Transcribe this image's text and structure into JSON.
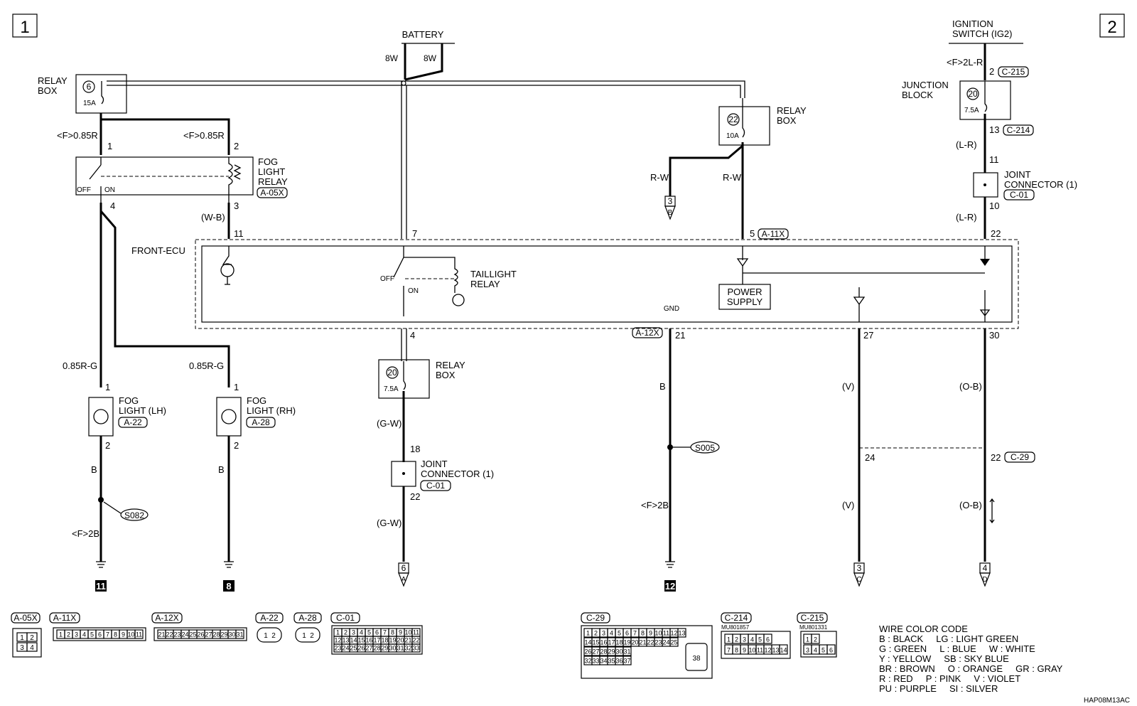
{
  "page_marks": {
    "left": "1",
    "right": "2"
  },
  "doc_code": "HAP08M13AC",
  "battery": {
    "label": "BATTERY",
    "wire_left": "8W",
    "wire_right": "8W"
  },
  "ignition": {
    "line1": "IGNITION",
    "line2": "SWITCH (IG2)",
    "wire": "<F>2L-R"
  },
  "relay_box_left": {
    "line1": "RELAY",
    "line2": "BOX",
    "fuse_no": "6",
    "rating": "15A",
    "wire1": "<F>0.85R",
    "wire2": "<F>0.85R"
  },
  "fog_relay": {
    "line1": "FOG",
    "line2": "LIGHT",
    "line3": "RELAY",
    "connector": "A-05X",
    "off": "OFF",
    "on": "ON",
    "pin1": "1",
    "pin2": "2",
    "pin3": "3",
    "pin4": "4",
    "wire3": "(W-B)"
  },
  "relay_box_mid": {
    "line1": "RELAY",
    "line2": "BOX",
    "fuse_no": "22",
    "rating": "10A",
    "wire_a": "R-W",
    "wire_b": "R-W",
    "jump_no": "3",
    "jump_letter": "B"
  },
  "junction_block": {
    "line1": "JUNCTION",
    "line2": "BLOCK",
    "fuse_no": "20",
    "rating": "7.5A",
    "pin_top": "2",
    "conn_top": "C-215",
    "pin_bot": "13",
    "conn_bot": "C-214",
    "wire": "(L-R)"
  },
  "joint_connector_right": {
    "line1": "JOINT",
    "line2": "CONNECTOR (1)",
    "connector": "C-01",
    "pin_in": "11",
    "pin_out": "10",
    "wire": "(L-R)"
  },
  "front_ecu": {
    "label": "FRONT-ECU",
    "pin_11": "11",
    "pin_7": "7",
    "pin_5": "5",
    "conn_5": "A-11X",
    "pin_22": "22",
    "taillight_line1": "TAILLIGHT",
    "taillight_line2": "RELAY",
    "off": "OFF",
    "on": "ON",
    "power_line1": "POWER",
    "power_line2": "SUPPLY",
    "gnd": "GND",
    "conn_gnd": "A-12X",
    "pin_21": "21",
    "pin_4": "4",
    "pin_27": "27",
    "pin_30": "30"
  },
  "fog_lh": {
    "wire": "0.85R-G",
    "pin1": "1",
    "pin2": "2",
    "line1": "FOG",
    "line2": "LIGHT (LH)",
    "connector": "A-22",
    "wire_b": "B",
    "splice": "S082",
    "wire_f": "<F>2B",
    "ground": "11"
  },
  "fog_rh": {
    "wire": "0.85R-G",
    "pin1": "1",
    "pin2": "2",
    "line1": "FOG",
    "line2": "LIGHT (RH)",
    "connector": "A-28",
    "wire_b": "B",
    "ground": "8"
  },
  "relay_box_lower": {
    "line1": "RELAY",
    "line2": "BOX",
    "fuse_no": "20",
    "rating": "7.5A",
    "wire": "(G-W)"
  },
  "joint_connector_mid": {
    "line1": "JOINT",
    "line2": "CONNECTOR (1)",
    "connector": "C-01",
    "pin_in": "18",
    "pin_out": "22",
    "wire": "(G-W)",
    "jump_no": "6",
    "jump_letter": "A"
  },
  "ground_col": {
    "wire": "B",
    "splice": "S005",
    "wire_f": "<F>2B",
    "ground": "12"
  },
  "col_27": {
    "wire_top": "(V)",
    "pin": "24",
    "wire_bot": "(V)",
    "jump_no": "3",
    "jump_letter": "C"
  },
  "col_30": {
    "wire_top": "(O-B)",
    "pin": "22",
    "conn": "C-29",
    "wire_bot": "(O-B)",
    "jump_no": "4",
    "jump_letter": "D"
  },
  "connectors_left": [
    {
      "id": "A-05X",
      "pins": [
        "1",
        "2",
        "3",
        "4"
      ]
    },
    {
      "id": "A-11X",
      "pins": [
        "1",
        "2",
        "3",
        "4",
        "5",
        "6",
        "7",
        "8",
        "9",
        "10",
        "11"
      ]
    },
    {
      "id": "A-12X",
      "pins": [
        "21",
        "22",
        "23",
        "24",
        "25",
        "26",
        "27",
        "28",
        "29",
        "30",
        "31"
      ]
    },
    {
      "id": "A-22",
      "pins": [
        "1",
        "2"
      ]
    },
    {
      "id": "A-28",
      "pins": [
        "1",
        "2"
      ]
    },
    {
      "id": "C-01",
      "rows": [
        [
          "1",
          "2",
          "3",
          "4",
          "5",
          "6",
          "7",
          "8",
          "9",
          "10",
          "11"
        ],
        [
          "12",
          "13",
          "14",
          "15",
          "16",
          "17",
          "18",
          "19",
          "20",
          "21",
          "22"
        ],
        [
          "23",
          "24",
          "25",
          "26",
          "27",
          "28",
          "29",
          "30",
          "31",
          "32",
          "33"
        ]
      ]
    }
  ],
  "connectors_right": [
    {
      "id": "C-29",
      "rows": [
        [
          "1",
          "2",
          "3",
          "4",
          "5",
          "6",
          "7",
          "8",
          "9",
          "10",
          "11",
          "12",
          "13"
        ],
        [
          "14",
          "15",
          "16",
          "17",
          "18",
          "19",
          "20",
          "21",
          "22",
          "23",
          "24",
          "25"
        ],
        [
          "26",
          "27",
          "28",
          "29",
          "30",
          "31"
        ],
        [
          "32",
          "33",
          "34",
          "35",
          "36",
          "37"
        ]
      ],
      "big": "38"
    },
    {
      "id": "C-214",
      "part": "MU801857",
      "rows": [
        [
          "1",
          "2",
          "3",
          "4",
          "5",
          "6"
        ],
        [
          "7",
          "8",
          "9",
          "10",
          "11",
          "12",
          "13",
          "14"
        ]
      ]
    },
    {
      "id": "C-215",
      "part": "MU801331",
      "rows": [
        [
          "1",
          "2"
        ],
        [
          "3",
          "4",
          "5",
          "6"
        ]
      ]
    }
  ],
  "wire_color_code": {
    "title": "WIRE COLOR CODE",
    "lines": [
      "B : BLACK     LG : LIGHT GREEN",
      "G : GREEN     L : BLUE     W : WHITE",
      "Y : YELLOW     SB : SKY BLUE",
      "BR : BROWN     O : ORANGE     GR : GRAY",
      "R : RED     P : PINK     V : VIOLET",
      "PU : PURPLE     SI : SILVER"
    ]
  }
}
